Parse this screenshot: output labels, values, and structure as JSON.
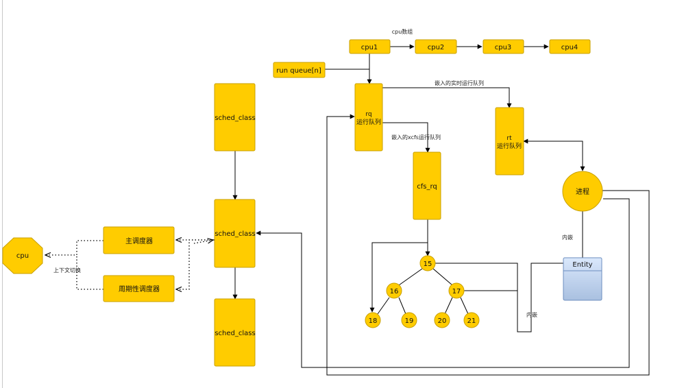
{
  "colors": {
    "node_fill": "#FFCC00",
    "node_stroke": "#C8A000",
    "edge": "#000000",
    "entity_top": "#DAE8FC",
    "entity_bottom": "#A9C0E0",
    "entity_stroke": "#6C8EBF"
  },
  "nodes": {
    "cpu_array_label": "cpu数组",
    "cpu1": "cpu1",
    "cpu2": "cpu2",
    "cpu3": "cpu3",
    "cpu4": "cpu4",
    "run_queue": "run queue[n]",
    "rq_line1": "rq",
    "rq_line2": "运行队列",
    "rt_line1": "rt",
    "rt_line2": "运行队列",
    "cfs_rq": "cfs_rq",
    "process": "进程",
    "entity": "Entity",
    "sched_class_top": "sched_class",
    "sched_class_mid": "sched_class",
    "sched_class_bot": "sched_class",
    "main_scheduler": "主调度器",
    "periodic_scheduler": "周期性调度器",
    "cpu": "cpu",
    "tree_nodes": [
      "15",
      "16",
      "17",
      "18",
      "19",
      "20",
      "21"
    ]
  },
  "edge_labels": {
    "embedded_rt": "嵌入的实时运行队列",
    "embedded_cfs": "嵌入的xcfs运行队列",
    "embedded_1": "内嵌",
    "embedded_2": "内嵌",
    "context_switch": "上下文切换"
  },
  "icons": {
    "cpu": "octagon-cpu-icon"
  }
}
